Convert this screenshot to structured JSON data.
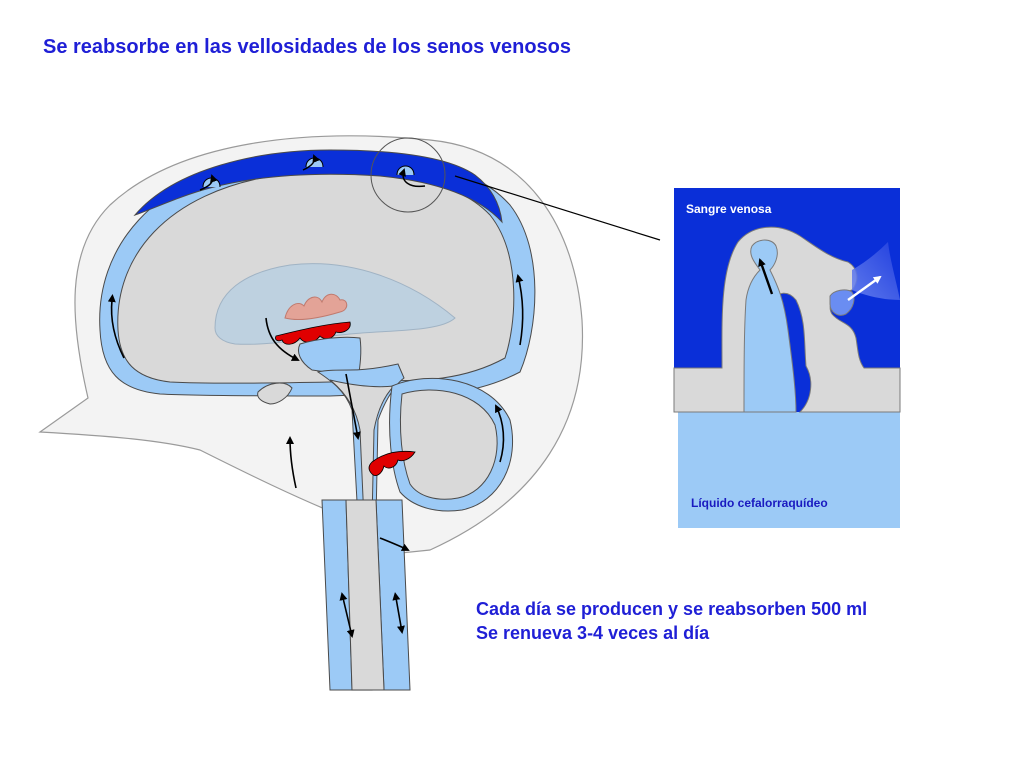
{
  "title": "Se reabsorbe en las vellosidades de los senos venosos",
  "inset": {
    "top_label": "Sangre venosa",
    "bottom_label": "Líquido cefalorraquídeo"
  },
  "notes": [
    "Cada día se producen y se reabsorben 500 ml",
    "Se renueva 3-4 veces al día"
  ],
  "colors": {
    "title_text": "#1f1fd6",
    "venous_sinus": "#0a2fd8",
    "csf": "#9ccaf6",
    "brain_tissue": "#d9d9d9",
    "skull_outline": "#f3f3f3",
    "choroid_plexus": "#e00000",
    "plexus_pink": "#e3a397",
    "ventricle_overlay": "#b9cfe0"
  }
}
